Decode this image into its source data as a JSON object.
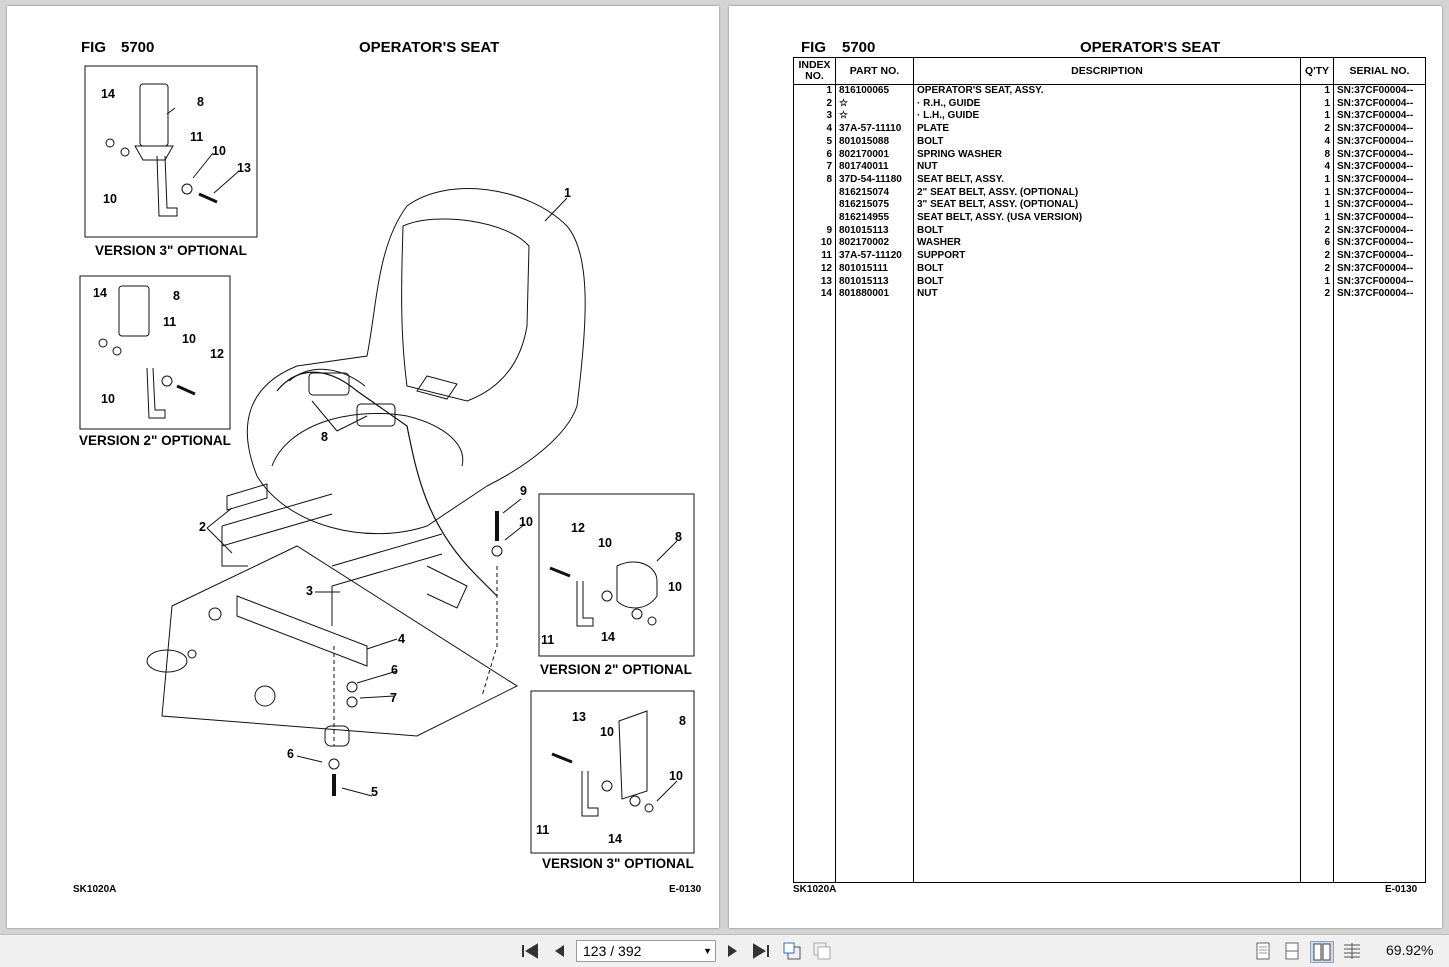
{
  "left_page": {
    "fig_label": "FIG",
    "fig_number": "5700",
    "title": "OPERATOR'S SEAT",
    "footer_left": "SK1020A",
    "footer_right": "E-0130",
    "insets": {
      "top_left": "VERSION 3\" OPTIONAL",
      "mid_left": "VERSION 2\" OPTIONAL",
      "right_upper": "VERSION 2\" OPTIONAL",
      "right_lower": "VERSION 3\" OPTIONAL"
    },
    "callouts": [
      "1",
      "2",
      "3",
      "4",
      "5",
      "6",
      "7",
      "8",
      "9",
      "10",
      "11",
      "12",
      "13",
      "14"
    ]
  },
  "right_page": {
    "fig_label": "FIG",
    "fig_number": "5700",
    "title": "OPERATOR'S SEAT",
    "footer_left": "SK1020A",
    "footer_right": "E-0130",
    "table": {
      "headers": {
        "index": "INDEX NO.",
        "part": "PART NO.",
        "description": "DESCRIPTION",
        "qty": "Q'TY",
        "serial": "SERIAL NO."
      },
      "rows": [
        {
          "index": "1",
          "part": "816100065",
          "description": "OPERATOR'S SEAT, ASSY.",
          "qty": "1",
          "serial": "SN:37CF00004--"
        },
        {
          "index": "2",
          "part": "☆",
          "description": "· R.H., GUIDE",
          "qty": "1",
          "serial": "SN:37CF00004--"
        },
        {
          "index": "3",
          "part": "☆",
          "description": "· L.H., GUIDE",
          "qty": "1",
          "serial": "SN:37CF00004--"
        },
        {
          "index": "4",
          "part": "37A-57-11110",
          "description": "PLATE",
          "qty": "2",
          "serial": "SN:37CF00004--"
        },
        {
          "index": "5",
          "part": "801015088",
          "description": "BOLT",
          "qty": "4",
          "serial": "SN:37CF00004--"
        },
        {
          "index": "6",
          "part": "802170001",
          "description": "SPRING WASHER",
          "qty": "8",
          "serial": "SN:37CF00004--"
        },
        {
          "index": "7",
          "part": "801740011",
          "description": "NUT",
          "qty": "4",
          "serial": "SN:37CF00004--"
        },
        {
          "index": "8",
          "part": "37D-54-11180",
          "description": "SEAT BELT, ASSY.",
          "qty": "1",
          "serial": "SN:37CF00004--"
        },
        {
          "index": "",
          "part": "816215074",
          "description": "2\" SEAT BELT, ASSY. (OPTIONAL)",
          "qty": "1",
          "serial": "SN:37CF00004--"
        },
        {
          "index": "",
          "part": "816215075",
          "description": "3\" SEAT BELT, ASSY. (OPTIONAL)",
          "qty": "1",
          "serial": "SN:37CF00004--"
        },
        {
          "index": "",
          "part": "816214955",
          "description": "SEAT BELT, ASSY. (USA VERSION)",
          "qty": "1",
          "serial": "SN:37CF00004--"
        },
        {
          "index": "9",
          "part": "801015113",
          "description": "BOLT",
          "qty": "2",
          "serial": "SN:37CF00004--"
        },
        {
          "index": "10",
          "part": "802170002",
          "description": "WASHER",
          "qty": "6",
          "serial": "SN:37CF00004--"
        },
        {
          "index": "11",
          "part": "37A-57-11120",
          "description": "SUPPORT",
          "qty": "2",
          "serial": "SN:37CF00004--"
        },
        {
          "index": "12",
          "part": "801015111",
          "description": "BOLT",
          "qty": "2",
          "serial": "SN:37CF00004--"
        },
        {
          "index": "13",
          "part": "801015113",
          "description": "BOLT",
          "qty": "1",
          "serial": "SN:37CF00004--"
        },
        {
          "index": "14",
          "part": "801880001",
          "description": "NUT",
          "qty": "2",
          "serial": "SN:37CF00004--"
        }
      ]
    }
  },
  "toolbar": {
    "page_input": "123",
    "page_total": "/ 392",
    "zoom": "69.92%",
    "icons": [
      "first-page-icon",
      "prev-page-icon",
      "next-page-icon",
      "last-page-icon",
      "rotate-icon",
      "fit-icon",
      "single-page-icon",
      "continuous-icon",
      "two-page-icon",
      "two-page-continuous-icon"
    ]
  }
}
